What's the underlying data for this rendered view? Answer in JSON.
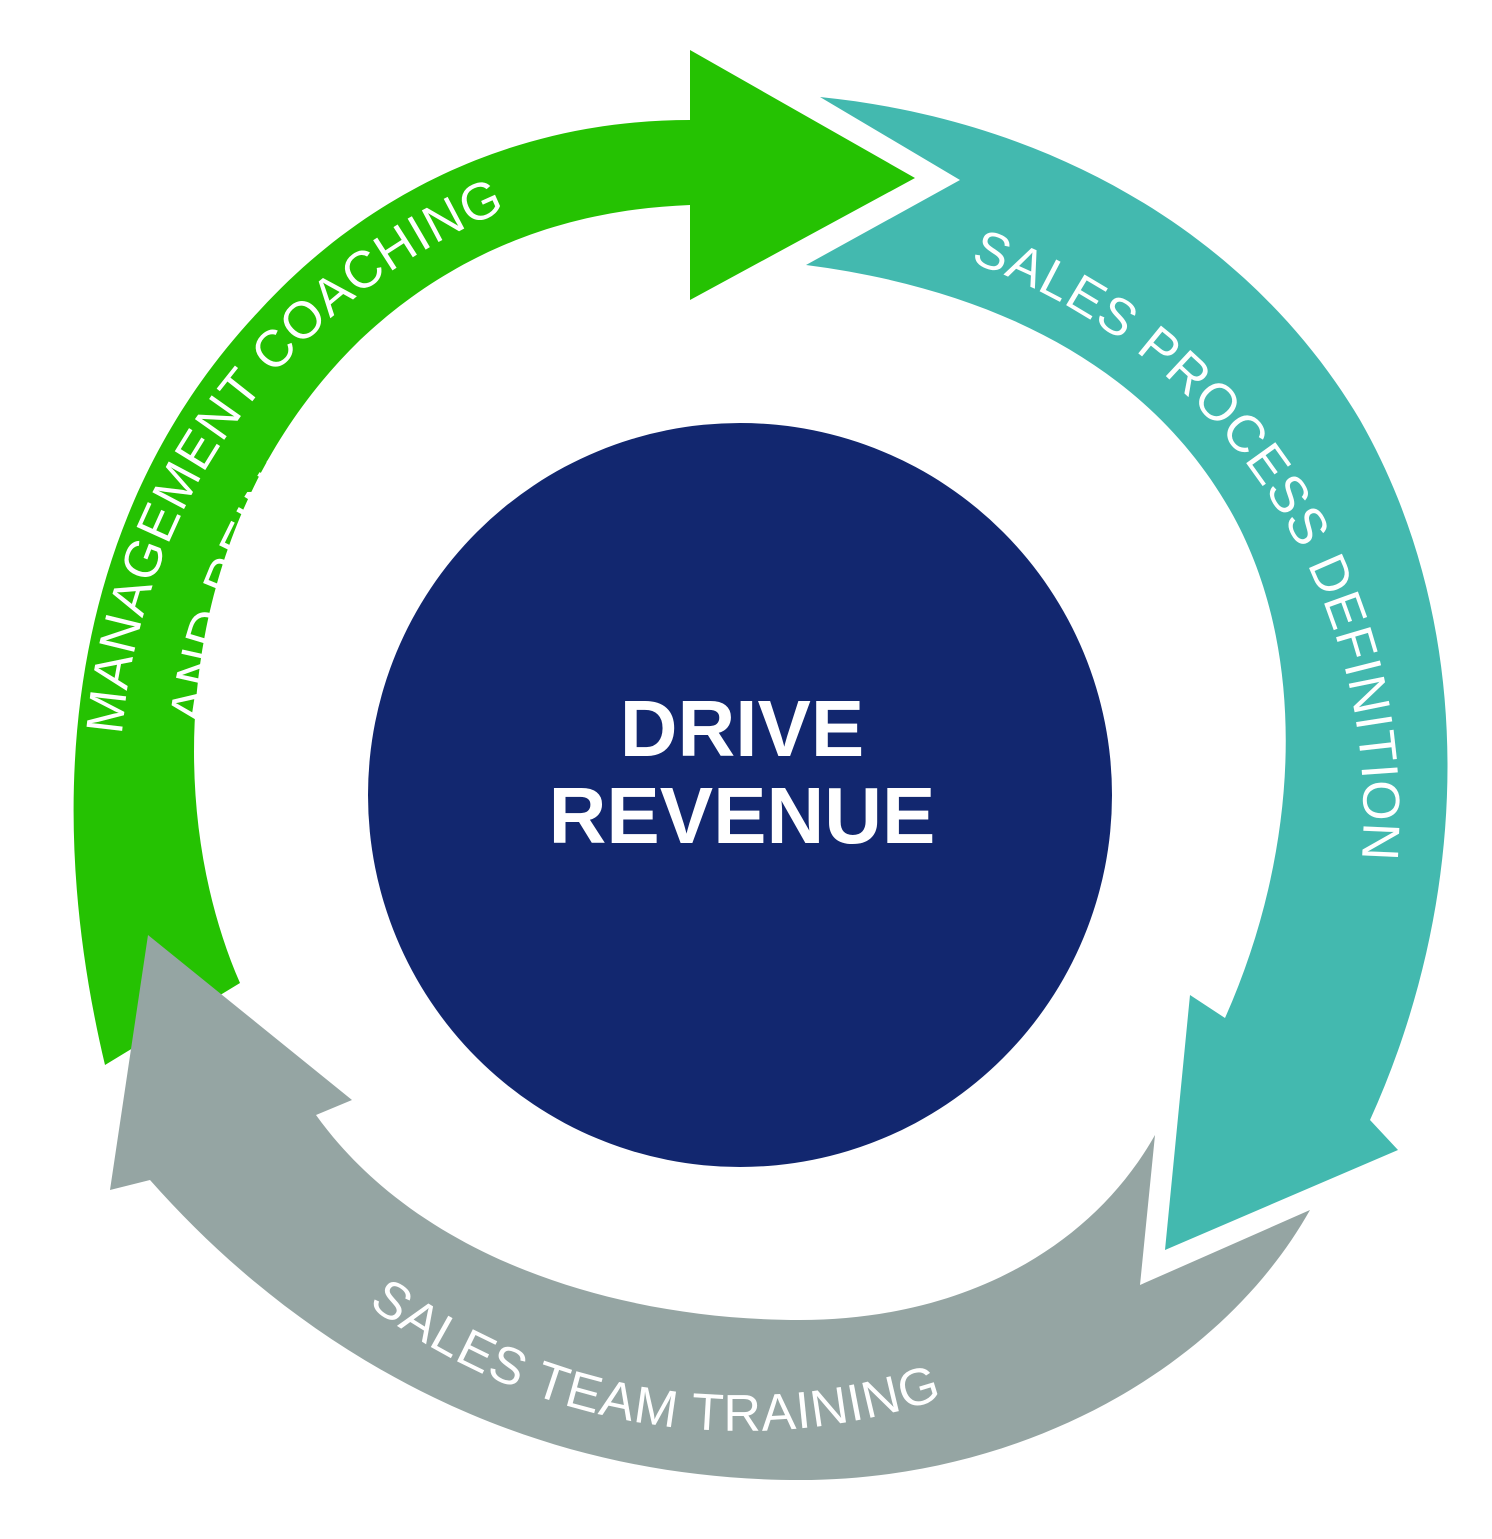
{
  "center": {
    "line1": "DRIVE",
    "line2": "REVENUE",
    "color": "#12276f"
  },
  "cycle": [
    {
      "id": "management",
      "lines": [
        "MANAGEMENT COACHING",
        "AND REINFORCEMENT"
      ],
      "color": "#25c202"
    },
    {
      "id": "process",
      "lines": [
        "SALES PROCESS DEFINITION"
      ],
      "color": "#43b9af"
    },
    {
      "id": "training",
      "lines": [
        "SALES TEAM TRAINING"
      ],
      "color": "#95a5a3"
    }
  ]
}
